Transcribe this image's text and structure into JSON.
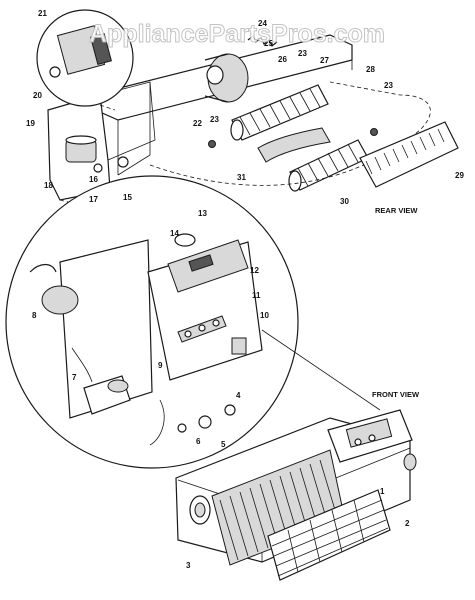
{
  "watermark": "AppliancePartsPros.com",
  "view_labels": {
    "rear": "REAR VIEW",
    "front": "FRONT VIEW"
  },
  "callouts": [
    "1",
    "2",
    "3",
    "4",
    "5",
    "6",
    "7",
    "8",
    "9",
    "10",
    "11",
    "12",
    "13",
    "14",
    "15",
    "16",
    "17",
    "18",
    "19",
    "20",
    "21",
    "22",
    "23",
    "23",
    "23",
    "24",
    "25",
    "26",
    "27",
    "28",
    "29",
    "30",
    "31"
  ]
}
